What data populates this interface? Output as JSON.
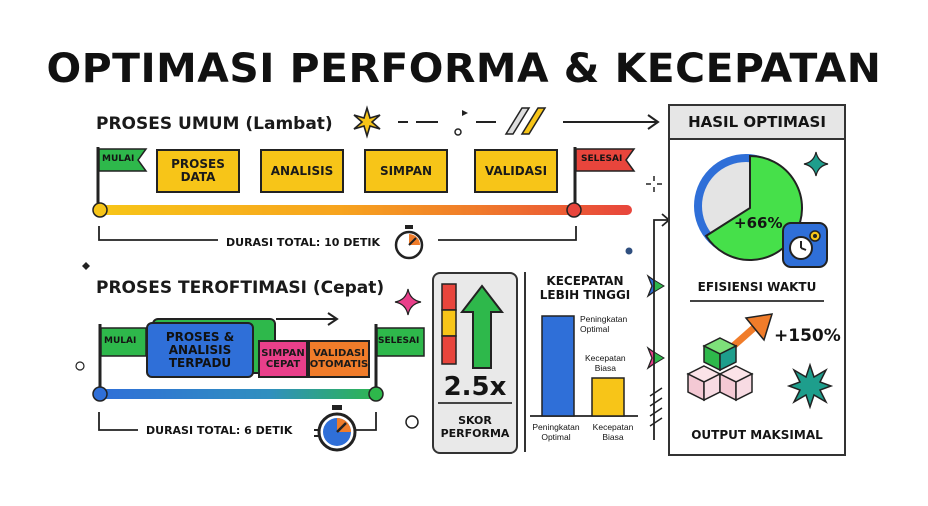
{
  "title": "OPTIMASI PERFORMA & KECEPATAN",
  "general": {
    "label": "PROSES UMUM (Lambat)",
    "start_flag": "MULAI",
    "end_flag": "SELESAI",
    "steps": [
      "PROSES\nDATA",
      "ANALISIS",
      "SIMPAN",
      "VALIDASI"
    ],
    "duration": "DURASI TOTAL: 10 DETIK"
  },
  "optimized": {
    "label": "PROSES TEROFTIMASI (Cepat)",
    "start_flag": "MULAI",
    "end_flag": "SELESAI",
    "step_main": "PROSES &\nANALISIS\nTERPADU",
    "step_save": "SIMPAN\nCEPAT",
    "step_validate": "VALIDASI\nOTOMATIS",
    "duration": "DURASI TOTAL: 6 DETIK"
  },
  "score": {
    "value": "2.5x",
    "label": "SKOR\nPERFORMA"
  },
  "speed": {
    "title": "KECEPATAN\nLEBIH TINGGI",
    "bar_high_annotation": "Peningkatan\nOptimal",
    "bar_low_annotation": "Kecepatan\nBiasa",
    "x_label_high": "Peningkatan\nOptimal",
    "x_label_low": "Kecepatan\nBiasa"
  },
  "chart_data": {
    "type": "bar",
    "categories": [
      "Peningkatan Optimal",
      "Kecepatan Biasa"
    ],
    "values": [
      100,
      38
    ],
    "title": "KECEPATAN LEBIH TINGGI",
    "xlabel": "",
    "ylabel": "",
    "colors": [
      "#2f6fd8",
      "#f7c518"
    ]
  },
  "results": {
    "title": "HASIL OPTIMASI",
    "efficiency_value": "+66%",
    "efficiency_label": "EFISIENSI WAKTU",
    "efficiency_fraction": 0.66,
    "output_value": "+150%",
    "output_label": "OUTPUT MAKSIMAL"
  },
  "colors": {
    "yellow": "#f7c518",
    "orange": "#f07c2a",
    "red": "#e8453c",
    "green": "#2eb84b",
    "lime": "#46e04a",
    "blue": "#2f6fd8",
    "pink": "#e93f8a",
    "teal": "#1e9e8c"
  }
}
